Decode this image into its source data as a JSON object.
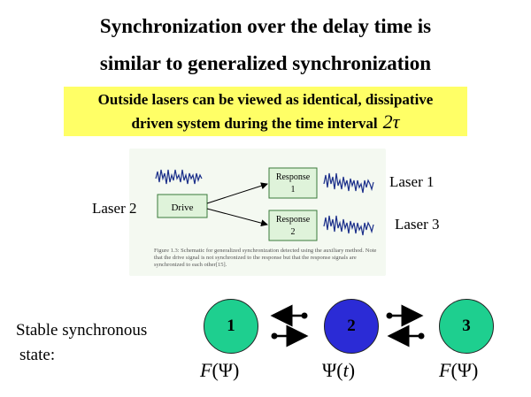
{
  "title": {
    "line1": "Synchronization over the delay time is",
    "line2": "similar to generalized synchronization"
  },
  "highlight": {
    "line1": "Outside lasers can be viewed as identical, dissipative",
    "line2": "driven system during the time interval",
    "tau": "2τ",
    "color": "#ffff66"
  },
  "figure": {
    "drive": "Drive",
    "response1": [
      "Response",
      "1"
    ],
    "response2": [
      "Response",
      "2"
    ],
    "caption": "Figure 1.3: Schematic for generalized synchronization detected using the auxiliary method. Note that the drive signal is not synchronized to the response but that the response signals are synchronized to each other[15].",
    "box_color": "#dff3da",
    "box_border": "#3a7a3a"
  },
  "labels": {
    "laser1": "Laser 1",
    "laser2": "Laser 2",
    "laser3": "Laser 3"
  },
  "stable": {
    "line1": "Stable synchronous",
    "line2": "state:"
  },
  "nodes": [
    {
      "label": "1",
      "color": "#1ecf8f",
      "formula_fn": "F",
      "formula_arg": "Ψ"
    },
    {
      "label": "2",
      "color": "#2b2bd6",
      "formula_fn": "Ψ",
      "formula_arg": "t"
    },
    {
      "label": "3",
      "color": "#1ecf8f",
      "formula_fn": "F",
      "formula_arg": "Ψ"
    }
  ]
}
